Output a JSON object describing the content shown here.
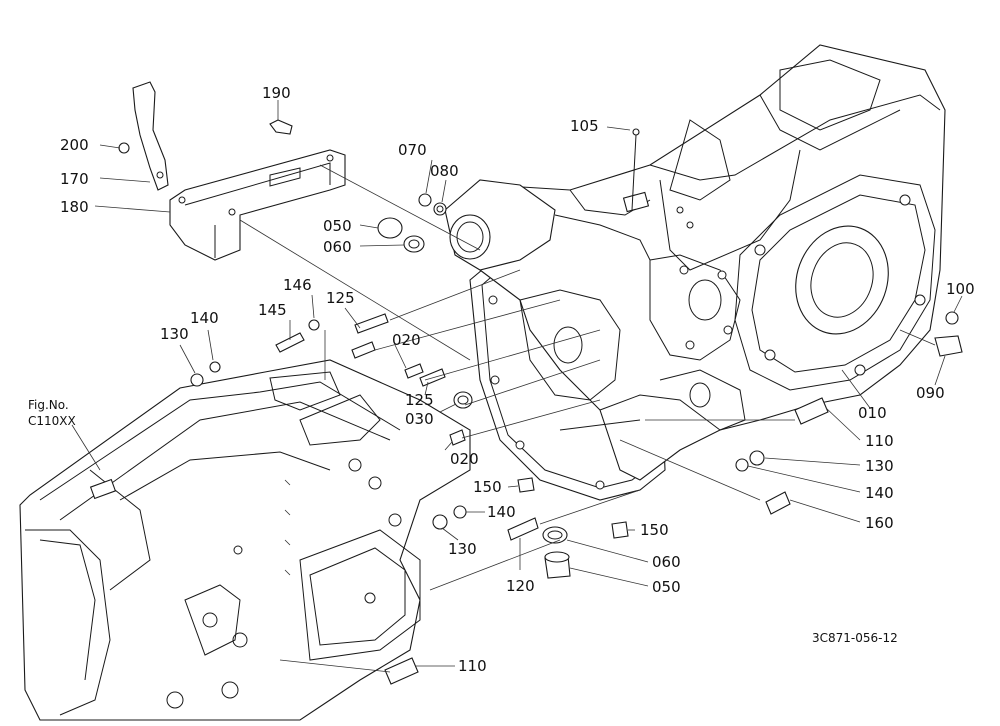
{
  "callouts": {
    "c190": "190",
    "c200": "200",
    "c170": "170",
    "c180": "180",
    "c070": "070",
    "c080": "080",
    "c050_top": "050",
    "c060_top": "060",
    "c105": "105",
    "c146": "146",
    "c145": "145",
    "c125_top": "125",
    "c140_left": "140",
    "c130_left": "130",
    "c020_a": "020",
    "c125_mid": "125",
    "c030": "030",
    "c020_b": "020",
    "c150_left": "150",
    "c140_mid": "140",
    "c130_mid": "130",
    "c120": "120",
    "c150_right": "150",
    "c060_bottom": "060",
    "c050_bottom": "050",
    "c110_right": "110",
    "c130_right": "130",
    "c140_right": "140",
    "c160": "160",
    "c010": "010",
    "c100": "100",
    "c090": "090",
    "c110_bottom": "110"
  },
  "figref": {
    "line1": "Fig.No.",
    "line2": "C110XX"
  },
  "drawing_code": "3C871-056-12"
}
